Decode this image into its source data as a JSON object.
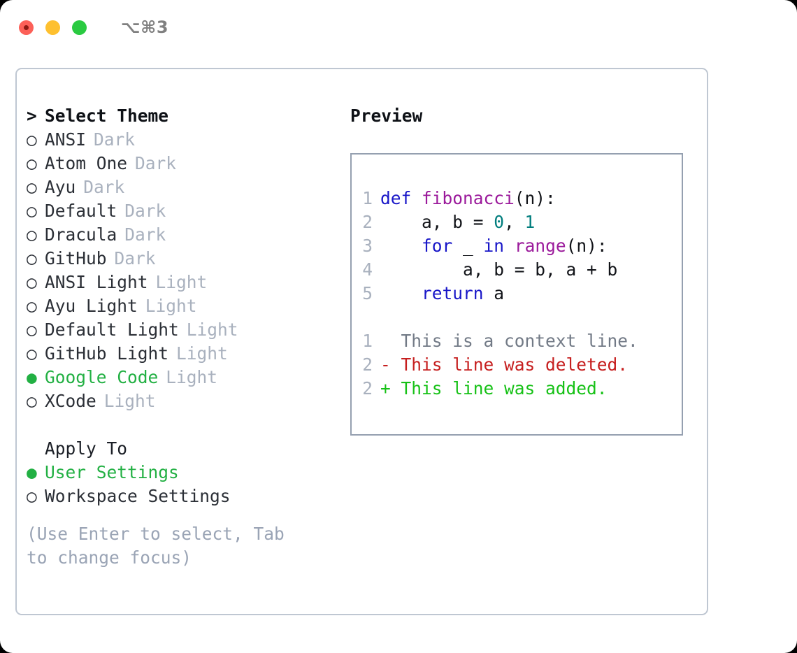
{
  "titlebar": {
    "shortcut": "⌥⌘3",
    "buttons": [
      "close",
      "minimize",
      "maximize"
    ]
  },
  "left": {
    "heading_marker": ">",
    "heading": "Select Theme",
    "themes": [
      {
        "marker": "○",
        "name": "ANSI",
        "tag": "Dark",
        "selected": false
      },
      {
        "marker": "○",
        "name": "Atom One",
        "tag": "Dark",
        "selected": false
      },
      {
        "marker": "○",
        "name": "Ayu",
        "tag": "Dark",
        "selected": false
      },
      {
        "marker": "○",
        "name": "Default",
        "tag": "Dark",
        "selected": false
      },
      {
        "marker": "○",
        "name": "Dracula",
        "tag": "Dark",
        "selected": false
      },
      {
        "marker": "○",
        "name": "GitHub",
        "tag": "Dark",
        "selected": false
      },
      {
        "marker": "○",
        "name": "ANSI Light",
        "tag": "Light",
        "selected": false
      },
      {
        "marker": "○",
        "name": "Ayu Light",
        "tag": "Light",
        "selected": false
      },
      {
        "marker": "○",
        "name": "Default Light",
        "tag": "Light",
        "selected": false
      },
      {
        "marker": "○",
        "name": "GitHub Light",
        "tag": "Light",
        "selected": false
      },
      {
        "marker": "●",
        "name": "Google Code",
        "tag": "Light",
        "selected": true
      },
      {
        "marker": "○",
        "name": "XCode",
        "tag": "Light",
        "selected": false
      }
    ],
    "apply_to_heading": "Apply To",
    "apply_to": [
      {
        "marker": "●",
        "name": "User Settings",
        "selected": true
      },
      {
        "marker": "○",
        "name": "Workspace Settings",
        "selected": false
      }
    ],
    "hint": "(Use Enter to select, Tab to change focus)"
  },
  "right": {
    "title": "Preview",
    "code_lines": [
      {
        "num": "1",
        "tokens": [
          {
            "t": "def",
            "c": "kw"
          },
          {
            "t": " ",
            "c": "txt"
          },
          {
            "t": "fibonacci",
            "c": "fn"
          },
          {
            "t": "(n):",
            "c": "punc"
          }
        ]
      },
      {
        "num": "2",
        "tokens": [
          {
            "t": "    a, b = ",
            "c": "txt"
          },
          {
            "t": "0",
            "c": "num"
          },
          {
            "t": ", ",
            "c": "txt"
          },
          {
            "t": "1",
            "c": "num"
          }
        ]
      },
      {
        "num": "3",
        "tokens": [
          {
            "t": "    ",
            "c": "txt"
          },
          {
            "t": "for",
            "c": "kw"
          },
          {
            "t": " _ ",
            "c": "txt"
          },
          {
            "t": "in",
            "c": "kw"
          },
          {
            "t": " ",
            "c": "txt"
          },
          {
            "t": "range",
            "c": "fn"
          },
          {
            "t": "(n):",
            "c": "punc"
          }
        ]
      },
      {
        "num": "4",
        "tokens": [
          {
            "t": "        a, b = b, a + b",
            "c": "txt"
          }
        ]
      },
      {
        "num": "5",
        "tokens": [
          {
            "t": "    ",
            "c": "txt"
          },
          {
            "t": "return",
            "c": "kw"
          },
          {
            "t": " a",
            "c": "txt"
          }
        ]
      }
    ],
    "diff_lines": [
      {
        "num": "1",
        "sign": " ",
        "text": " This is a context line.",
        "kind": "ctx"
      },
      {
        "num": "2",
        "sign": "-",
        "text": " This line was deleted.",
        "kind": "del"
      },
      {
        "num": "2",
        "sign": "+",
        "text": " This line was added.",
        "kind": "add"
      }
    ]
  },
  "colors": {
    "accent_green": "#22b043",
    "tag_gray": "#a9b1be",
    "hint_gray": "#9aa4b5",
    "keyword_blue": "#1816c8",
    "function_purple": "#9b1a9b",
    "number_teal": "#007d7d",
    "diff_delete_red": "#c61f1f",
    "diff_add_green": "#16c116",
    "panel_border": "#bfc7d2",
    "preview_border": "#95a0b0"
  }
}
